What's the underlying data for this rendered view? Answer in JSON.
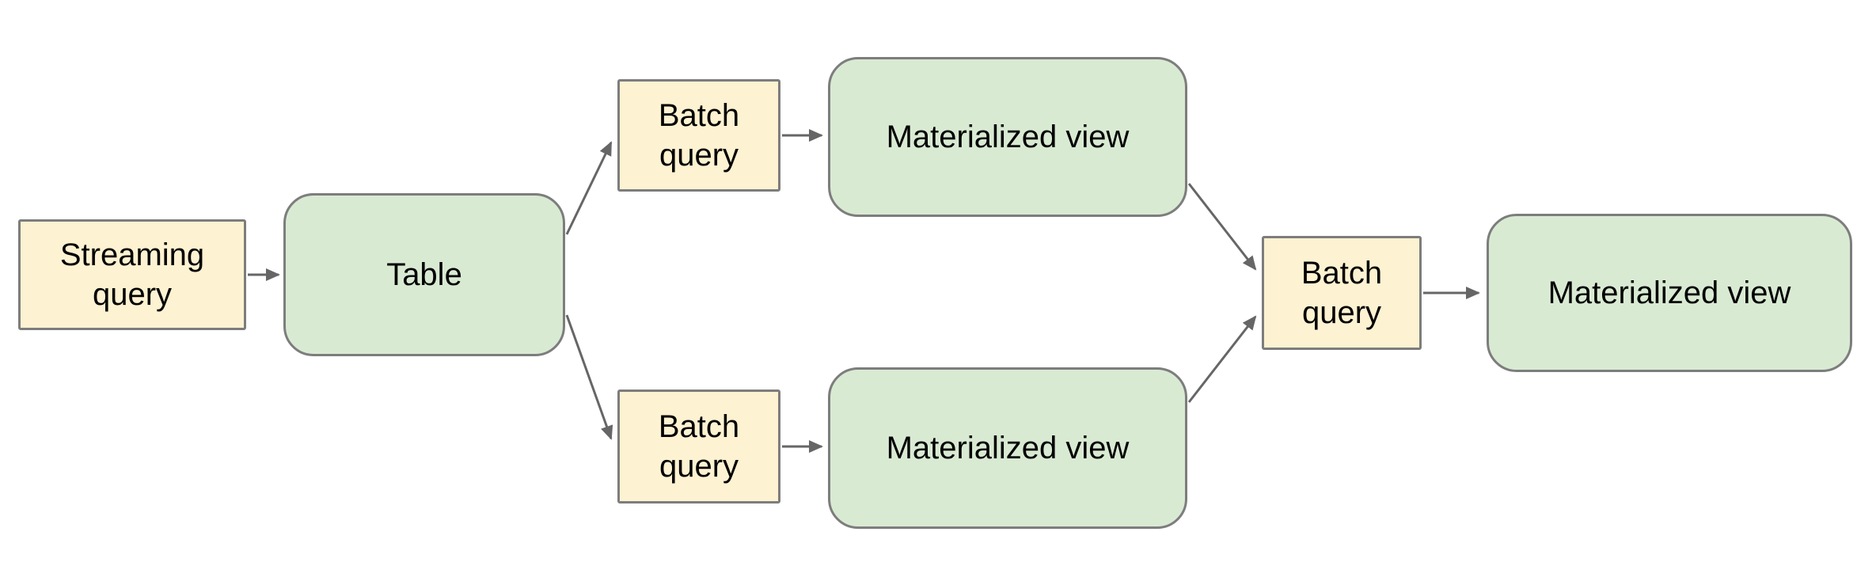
{
  "diagram": {
    "nodes": {
      "streaming_query": {
        "label": "Streaming query",
        "type": "query"
      },
      "table": {
        "label": "Table",
        "type": "dataset"
      },
      "batch_query_top": {
        "label": "Batch query",
        "type": "query"
      },
      "materialized_view_top": {
        "label": "Materialized view",
        "type": "dataset"
      },
      "batch_query_bottom": {
        "label": "Batch query",
        "type": "query"
      },
      "materialized_view_bottom": {
        "label": "Materialized view",
        "type": "dataset"
      },
      "batch_query_final": {
        "label": "Batch query",
        "type": "query"
      },
      "materialized_view_final": {
        "label": "Materialized view",
        "type": "dataset"
      }
    },
    "edges": [
      {
        "from": "streaming_query",
        "to": "table"
      },
      {
        "from": "table",
        "to": "batch_query_top"
      },
      {
        "from": "table",
        "to": "batch_query_bottom"
      },
      {
        "from": "batch_query_top",
        "to": "materialized_view_top"
      },
      {
        "from": "batch_query_bottom",
        "to": "materialized_view_bottom"
      },
      {
        "from": "materialized_view_top",
        "to": "batch_query_final"
      },
      {
        "from": "materialized_view_bottom",
        "to": "batch_query_final"
      },
      {
        "from": "batch_query_final",
        "to": "materialized_view_final"
      }
    ],
    "colors": {
      "query_fill": "#fdf2d1",
      "dataset_fill": "#d9ead3",
      "node_border": "#7d7d7d",
      "arrow": "#666666",
      "text": "#000000",
      "background": "#ffffff"
    }
  }
}
